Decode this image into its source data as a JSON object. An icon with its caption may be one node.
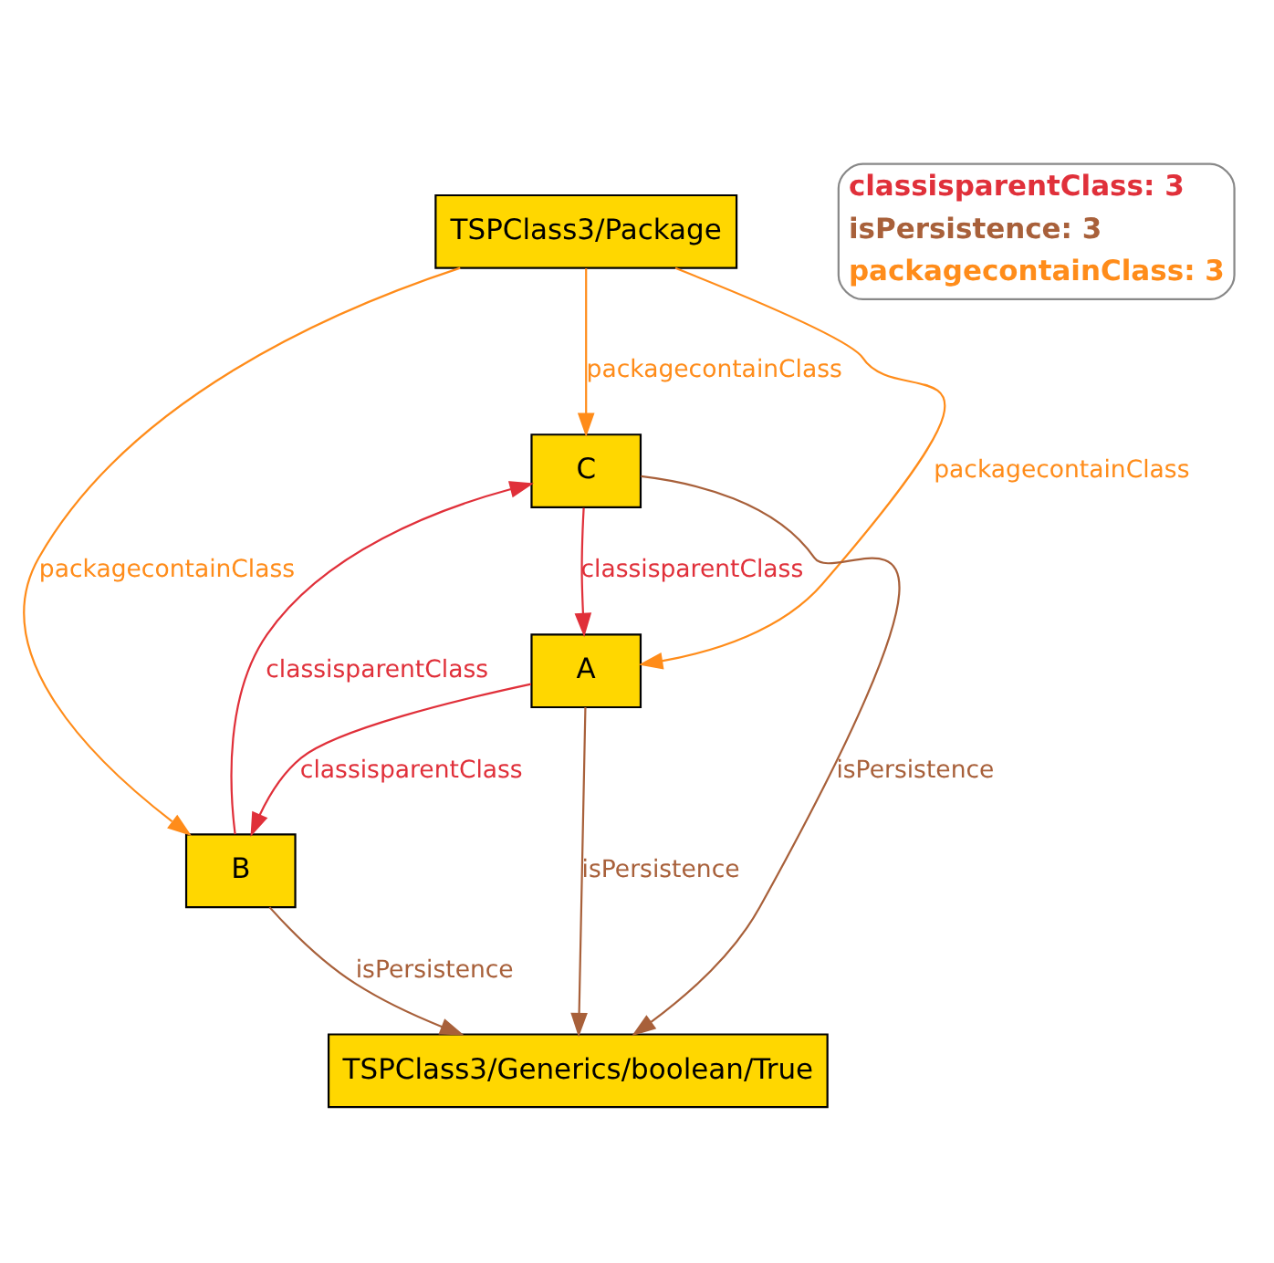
{
  "diagram": {
    "nodes": [
      {
        "text": [
          "TSPClass3/Package"
        ]
      },
      {
        "text": [
          "C"
        ]
      },
      {
        "text": [
          "A"
        ]
      },
      {
        "text": [
          "B"
        ]
      },
      {
        "text": [
          "TSPClass3/Generics/boolean/True"
        ]
      }
    ],
    "edges": [
      {
        "from": 0,
        "to": 1,
        "arrow": "to",
        "label": "packagecontainClass",
        "color": "#ff8c1a"
      },
      {
        "from": 0,
        "to": 2,
        "arrow": "to",
        "label": "packagecontainClass",
        "color": "#ff8c1a"
      },
      {
        "from": 0,
        "to": 3,
        "arrow": "to",
        "label": "packagecontainClass",
        "color": "#ff8c1a"
      },
      {
        "from": 1,
        "to": 2,
        "arrow": "to",
        "label": "classisparentClass",
        "color": "#e0303a"
      },
      {
        "from": 3,
        "to": 1,
        "arrow": "to",
        "label": "classisparentClass",
        "color": "#e0303a"
      },
      {
        "from": 2,
        "to": 3,
        "arrow": "to",
        "label": "classisparentClass",
        "color": "#e0303a"
      },
      {
        "from": 1,
        "to": 4,
        "arrow": "to",
        "label": "isPersistence",
        "color": "#a8603a"
      },
      {
        "from": 2,
        "to": 4,
        "arrow": "to",
        "label": "isPersistence",
        "color": "#a8603a"
      },
      {
        "from": 3,
        "to": 4,
        "arrow": "to",
        "label": "isPersistence",
        "color": "#a8603a"
      }
    ],
    "legend": [
      {
        "text": "classisparentClass: 3",
        "color": "#e0303a"
      },
      {
        "text": "isPersistence: 3",
        "color": "#a8603a"
      },
      {
        "text": "packagecontainClass: 3",
        "color": "#ff8c1a"
      }
    ]
  }
}
